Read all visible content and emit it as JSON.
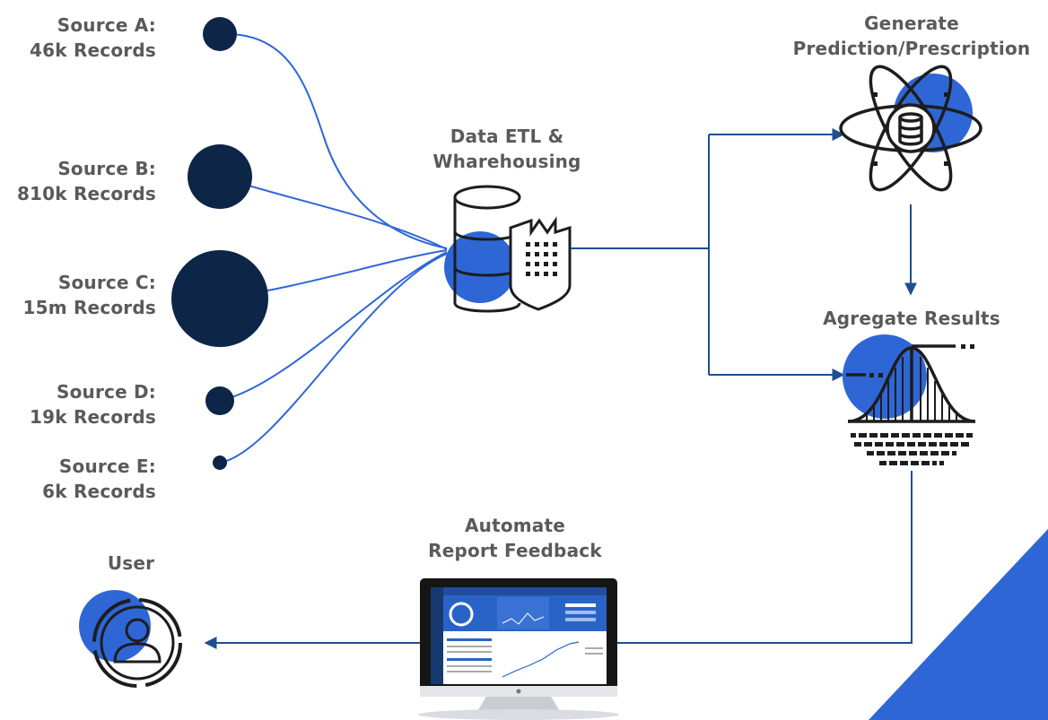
{
  "sources": [
    {
      "name": "Source A:",
      "records": "46k Records"
    },
    {
      "name": "Source B:",
      "records": "810k Records"
    },
    {
      "name": "Source C:",
      "records": "15m Records"
    },
    {
      "name": "Source D:",
      "records": "19k Records"
    },
    {
      "name": "Source E:",
      "records": "6k Records"
    }
  ],
  "stages": {
    "etl": {
      "line1": "Data ETL &",
      "line2": "Wharehousing"
    },
    "predict": {
      "line1": "Generate",
      "line2": "Prediction/Prescription"
    },
    "aggregate": {
      "label": "Agregate Results"
    },
    "report": {
      "line1": "Automate",
      "line2": "Report Feedback"
    },
    "user": {
      "label": "User"
    }
  },
  "colors": {
    "navy": "#0d2547",
    "accent_blue": "#2f66d6",
    "arrow_blue": "#1e4f8f",
    "icon_dark": "#1d1d1d",
    "label_gray": "#5a5a5a"
  }
}
